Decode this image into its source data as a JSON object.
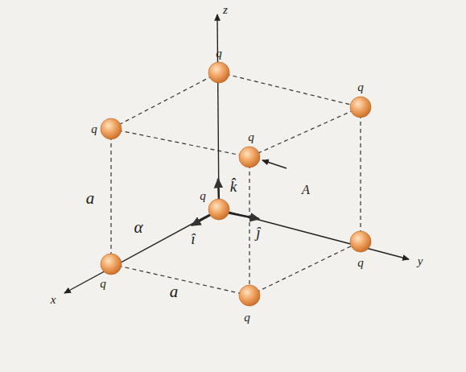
{
  "diagram": {
    "labels": [
      "z",
      "q",
      "q",
      "q",
      "q",
      "k̂",
      "A",
      "q",
      "a",
      "α",
      "î",
      "ĵ",
      "x",
      "q",
      "q",
      "y",
      "a",
      "q"
    ]
  }
}
